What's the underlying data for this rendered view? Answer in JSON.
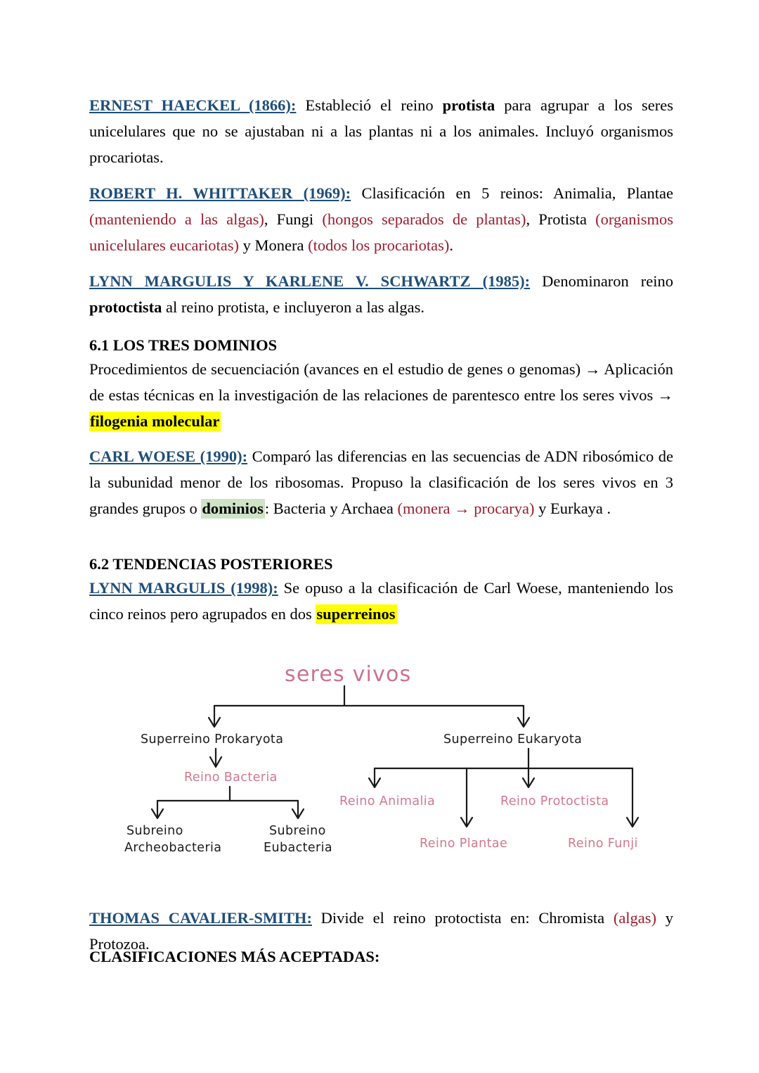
{
  "document": {
    "language": "es",
    "colors": {
      "heading_blue": "#1F4E79",
      "accent_red": "#9C1C2E",
      "highlight_yellow": "#FFFF00",
      "highlight_green": "#CFE3C5",
      "handwriting_pink": "#D1788F",
      "handwriting_black": "#1A1A1A"
    }
  },
  "paragraphs": {
    "haeckel": {
      "lead": "ERNEST HAECKEL (1866):",
      "t1": " Estableció el reino ",
      "bold1": "protista",
      "t2": " para agrupar a los seres unicelulares que no se ajustaban ni a las plantas ni a los animales. Incluyó organismos procariotas."
    },
    "whittaker": {
      "lead": "ROBERT H. WHITTAKER (1969):",
      "t1": " Clasificación en 5 reinos: Animalia, Plantae ",
      "red1": "(manteniendo a las algas)",
      "t2": ", Fungi ",
      "red2": "(hongos separados de plantas)",
      "t3": ", Protista ",
      "red3": "(organismos unicelulares eucariotas)",
      "t4": " y Monera ",
      "red4": "(todos los procariotas)",
      "t5": "."
    },
    "margulis_schwartz": {
      "lead": "LYNN MARGULIS Y KARLENE V. SCHWARTZ (1985):",
      "t1": " Denominaron reino ",
      "bold1": "protoctista",
      "t2": " al reino protista, e incluyeron a las algas."
    },
    "section_61": {
      "heading": "6.1 LOS TRES DOMINIOS",
      "t1": "Procedimientos de secuenciación (avances en el estudio de genes o genomas) → Aplicación de estas técnicas en la investigación de las relaciones de parentesco entre los seres vivos → ",
      "highlight": "filogenia molecular"
    },
    "woese": {
      "lead": "CARL WOESE (1990):",
      "t1": " Comparó las diferencias en las secuencias de ADN ribosómico de la subunidad menor de los ribosomas. Propuso la clasificación de los seres vivos en 3 grandes grupos o ",
      "highlight": "dominios",
      "t2": ": Bacteria y Archaea ",
      "red1": "(monera → procarya)",
      "t3": " y Eurkaya ."
    },
    "section_62": {
      "heading": "6.2 TENDENCIAS POSTERIORES",
      "lead": "LYNN MARGULIS (1998):",
      "t1": " Se opuso a la clasificación de Carl Woese, manteniendo los cinco reinos pero agrupados en dos ",
      "highlight": "superreinos"
    },
    "cavalier_smith": {
      "lead": "THOMAS CAVALIER-SMITH:",
      "t1": " Divide el reino protoctista en: Chromista ",
      "red1": "(algas)",
      "t2": " y Protozoa."
    },
    "clasificaciones": {
      "heading": "CLASIFICACIONES MÁS ACEPTADAS:"
    }
  },
  "diagram": {
    "title": "seres vivos",
    "nodes": {
      "prokaryota": "Superreino Prokaryota",
      "eukaryota": "Superreino  Eukaryota",
      "reino_bacteria": "Reino Bacteria",
      "subreino_label_1": "Subreino",
      "subreino_archeobacteria": "Archeobacteria",
      "subreino_label_2": "Subreino",
      "subreino_eubacteria": "Eubacteria",
      "reino_animalia": "Reino Animalia",
      "reino_protoctista": "Reino Protoctista",
      "reino_plantae": "Reino Plantae",
      "reino_funji": "Reino Funji"
    }
  }
}
